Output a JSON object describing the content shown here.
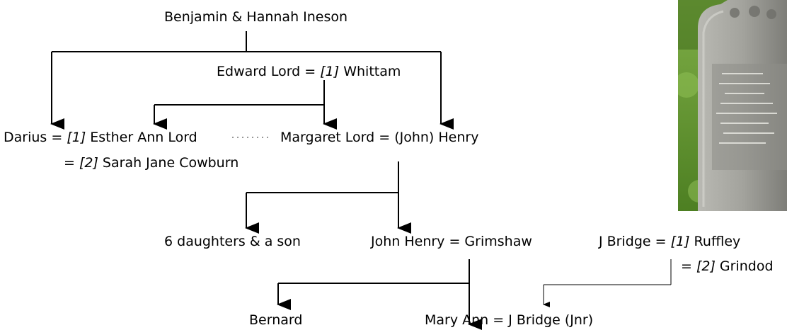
{
  "diagram": {
    "root": "Benjamin & Hannah Ineson",
    "edward": {
      "name": "Edward Lord",
      "eq": " = ",
      "mark": "[1]",
      "spouse": " Whittam"
    },
    "darius": {
      "name": "Darius",
      "eq": " = ",
      "mark": "[1]",
      "spouse": " Esther Ann Lord"
    },
    "darius_second": {
      "eq": "= ",
      "mark": "[2]",
      "spouse": " Sarah Jane Cowburn"
    },
    "margaret": "Margaret Lord = (John) Henry",
    "daughters": "6 daughters & a son",
    "john_henry": "John Henry = Grimshaw",
    "jbridge": {
      "name": "J Bridge",
      "eq": " = ",
      "mark": "[1]",
      "spouse": " Ruffley"
    },
    "jbridge_second": {
      "eq": "= ",
      "mark": "[2]",
      "spouse": " Grindod"
    },
    "bernard": "Bernard",
    "mary_ann": "Mary Ann = J Bridge (Jnr)"
  },
  "colors": {
    "line": "#000000",
    "grass": "#5d8f2e",
    "stone": "#9a9a94"
  },
  "photo": {
    "subject": "gravestone-photo"
  }
}
